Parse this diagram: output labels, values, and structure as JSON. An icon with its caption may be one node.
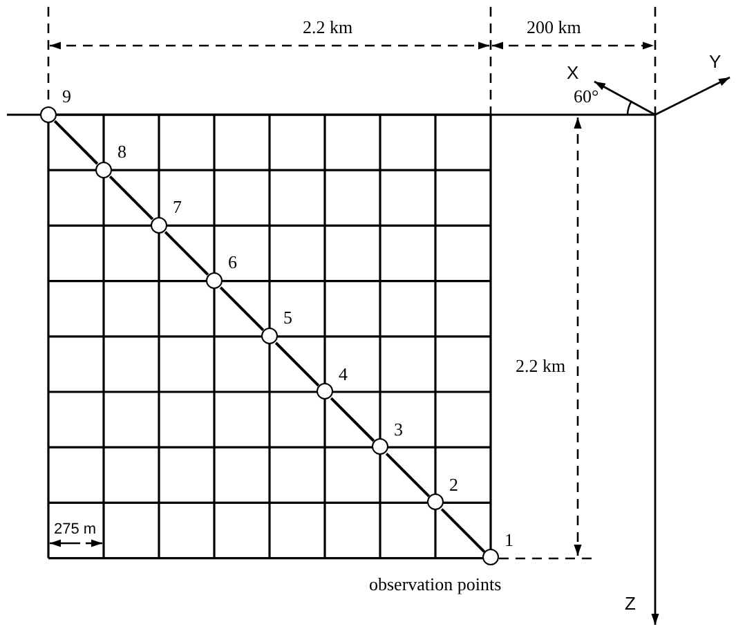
{
  "diagram": {
    "nodes": [
      {
        "text": [],
        "shape": "circle",
        "beside": [
          "9"
        ]
      },
      {
        "text": [],
        "shape": "circle",
        "beside": [
          "8"
        ]
      },
      {
        "text": [],
        "shape": "circle",
        "beside": [
          "7"
        ]
      },
      {
        "text": [],
        "shape": "circle",
        "beside": [
          "6"
        ]
      },
      {
        "text": [],
        "shape": "circle",
        "beside": [
          "5"
        ]
      },
      {
        "text": [],
        "shape": "circle",
        "beside": [
          "4"
        ]
      },
      {
        "text": [],
        "shape": "circle",
        "beside": [
          "3"
        ]
      },
      {
        "text": [],
        "shape": "circle",
        "beside": [
          "2"
        ]
      },
      {
        "text": [],
        "shape": "circle",
        "beside": [
          "1"
        ]
      }
    ],
    "edges": [
      {
        "from": 0,
        "to": 1,
        "arrow": "none"
      },
      {
        "from": 1,
        "to": 2,
        "arrow": "none"
      },
      {
        "from": 2,
        "to": 3,
        "arrow": "none"
      },
      {
        "from": 3,
        "to": 4,
        "arrow": "none"
      },
      {
        "from": 4,
        "to": 5,
        "arrow": "none"
      },
      {
        "from": 5,
        "to": 6,
        "arrow": "none"
      },
      {
        "from": 6,
        "to": 7,
        "arrow": "none"
      },
      {
        "from": 7,
        "to": 8,
        "arrow": "none"
      }
    ],
    "labels": [
      "2.2 km",
      "200 km",
      "X",
      "Y",
      "60°",
      "2.2 km",
      "275 m",
      "observation points",
      "Z"
    ]
  }
}
